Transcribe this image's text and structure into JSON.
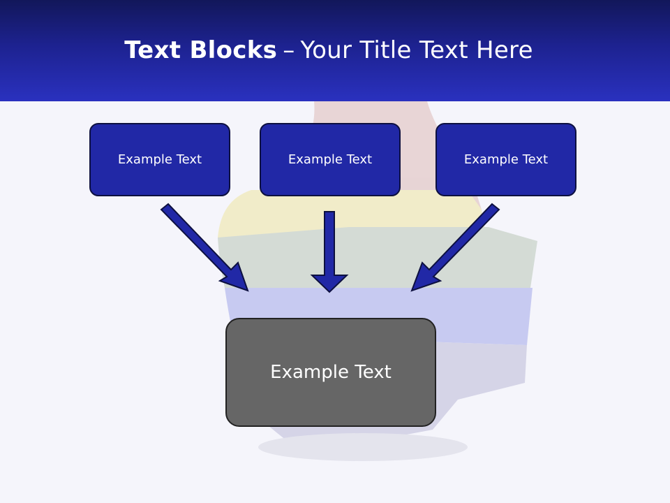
{
  "header": {
    "title_bold": "Text Blocks",
    "title_separator": "–",
    "title_rest": "Your Title Text Here"
  },
  "blocks": {
    "top": [
      "Example Text",
      "Example Text",
      "Example Text"
    ],
    "main": "Example Text"
  },
  "colors": {
    "header_dark": "#12175a",
    "header_light": "#2a31bf",
    "top_box_fill": "#2128a6",
    "main_box_fill": "#666666",
    "arrow_fill": "#2128a6"
  }
}
